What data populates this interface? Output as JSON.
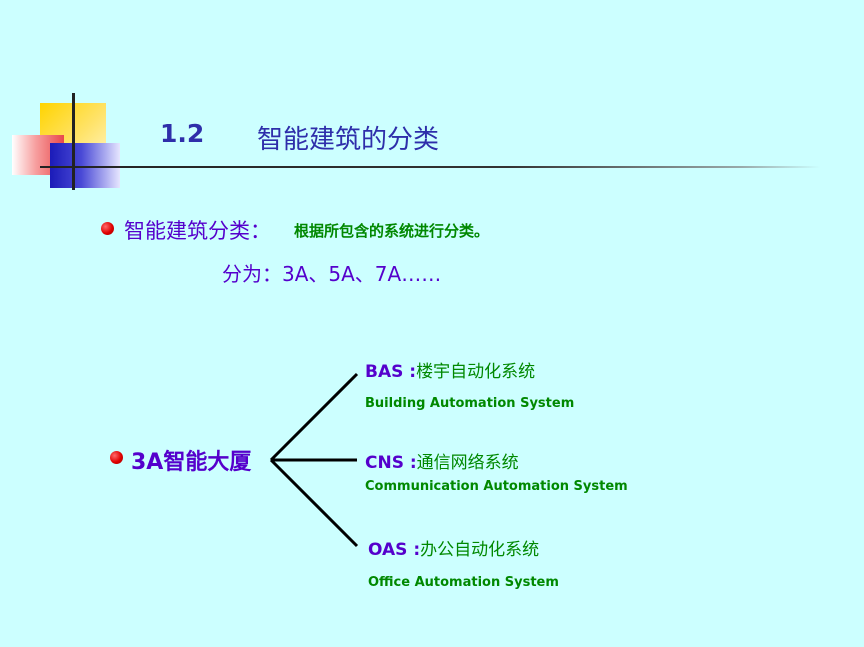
{
  "title": {
    "number": "1.2",
    "text": "智能建筑的分类"
  },
  "intro": {
    "label": "智能建筑分类：",
    "note": "根据所包含的系统进行分类。",
    "types_line": "分为：3A、5A、7A……"
  },
  "diagram": {
    "root_label": "3A智能大厦",
    "branches": [
      {
        "code": "BAS",
        "separator": " :",
        "cn": "楼宇自动化系统",
        "en": "Building Automation System"
      },
      {
        "code": "CNS",
        "separator": " :",
        "cn": "通信网络系统",
        "en": "Communication Automation System"
      },
      {
        "code": "OAS",
        "separator": " :",
        "cn": "办公自动化系统",
        "en": "Office Automation System"
      }
    ]
  },
  "colors": {
    "background": "#CCFFFF",
    "title": "#2E2EAA",
    "purple": "#5500CC",
    "green": "#008800",
    "bullet": "#E00000"
  }
}
